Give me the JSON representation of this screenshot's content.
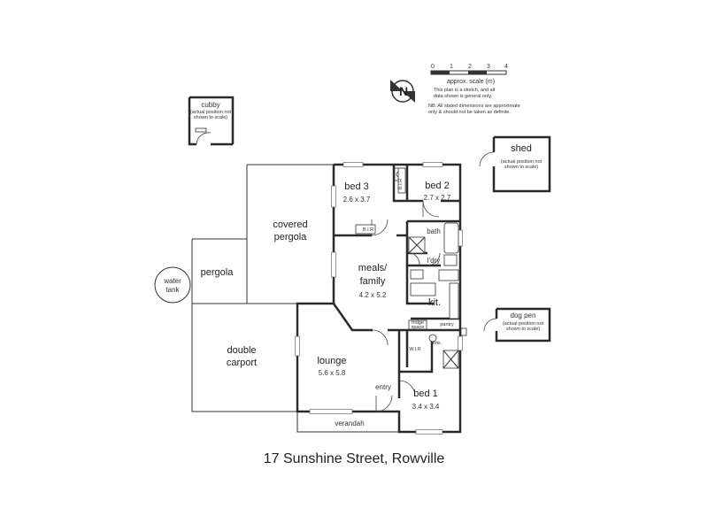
{
  "address": "17 Sunshine Street, Rowville",
  "scale": {
    "ticks": [
      "0",
      "1",
      "2",
      "3",
      "4"
    ],
    "label": "approx. scale (m)",
    "note1": "This plan is a sketch, and all",
    "note2": "data shown is general only.",
    "note3": "NB: All stated dimensions are approximate",
    "note4": "only & should not be taken as definite."
  },
  "compass": "N",
  "rooms": {
    "bed3": {
      "name": "bed 3",
      "dims": "2.6 x 3.7"
    },
    "bed2": {
      "name": "bed 2",
      "dims": "2.7 x 2.7"
    },
    "meals_line1": "meals/",
    "meals_line2": "family",
    "meals_dims": "4.2 x 5.2",
    "kit": "kit.",
    "lounge": {
      "name": "lounge",
      "dims": "5.6 x 5.8"
    },
    "bed1": {
      "name": "bed 1",
      "dims": "3.4 x 3.4"
    },
    "bath": "bath",
    "ldry": "l'dry",
    "ens": "ens.",
    "entry": "entry",
    "pantry": "pantry",
    "fridge_line1": "fridge",
    "fridge_line2": "space",
    "wir_bed1": "W.I.R",
    "bir_bed3": "B.I.R",
    "bir_bed2": "B.I.R"
  },
  "outdoor": {
    "covered_line1": "covered",
    "covered_line2": "pergola",
    "pergola": "pergola",
    "double_line1": "double",
    "double_line2": "carport",
    "verandah": "verandah",
    "water_line1": "water",
    "water_line2": "tank"
  },
  "outbuildings": {
    "cubby": "cubby",
    "cubby_note1": "(actual position not",
    "cubby_note2": "shown to scale)",
    "shed": "shed",
    "shed_note1": "(actual position not",
    "shed_note2": "shown to scale)",
    "dogpen": "dog pen",
    "dogpen_note1": "(actual position not",
    "dogpen_note2": "shown to scale)"
  }
}
